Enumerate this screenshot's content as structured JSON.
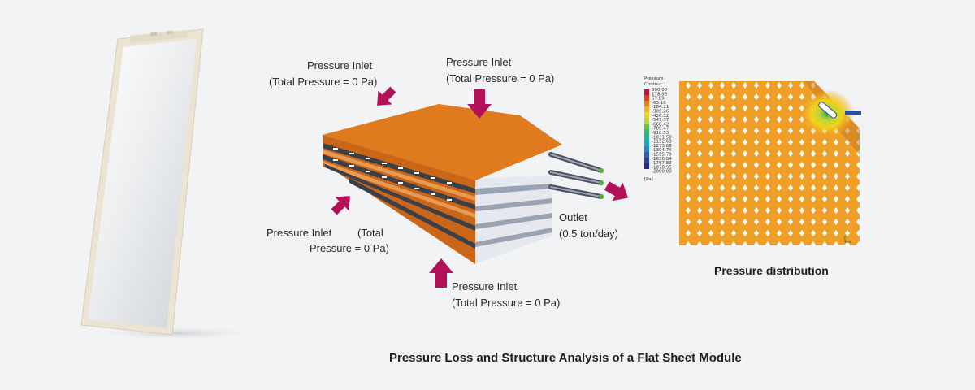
{
  "module_labels": {
    "inlet_top_left": {
      "line1": "Pressure Inlet",
      "line2": "(Total Pressure = 0 Pa)"
    },
    "inlet_top_right": {
      "line1": "Pressure Inlet",
      "line2": "(Total Pressure = 0 Pa)"
    },
    "inlet_left": {
      "line1a": "Pressure Inlet",
      "line1b": "(Total",
      "line2": "Pressure = 0 Pa)"
    },
    "inlet_bottom": {
      "line1": "Pressure Inlet",
      "line2": "(Total Pressure = 0 Pa)"
    },
    "outlet": {
      "line1": "Outlet",
      "line2": "(0.5 ton/day)"
    }
  },
  "legend": {
    "title1": "Pressure",
    "title2": "Contour 1",
    "unit": "[Pa]",
    "values": [
      "300.00",
      "178.95",
      "57.89",
      "-63.16",
      "-184.21",
      "-305.26",
      "-426.32",
      "-547.37",
      "-668.42",
      "-789.47",
      "-910.53",
      "-1031.58",
      "-1152.63",
      "-1273.68",
      "-1394.74",
      "-1515.79",
      "-1636.84",
      "-1757.89",
      "-1878.95",
      "-2000.00"
    ]
  },
  "colors": {
    "arrow": "#b3105a",
    "orange": "#e07a1f",
    "sheet": "#dfe3ea",
    "contour_base": "#ef9f28"
  },
  "captions": {
    "pressure_distribution": "Pressure distribution",
    "main": "Pressure Loss and Structure Analysis of a Flat Sheet Module"
  }
}
